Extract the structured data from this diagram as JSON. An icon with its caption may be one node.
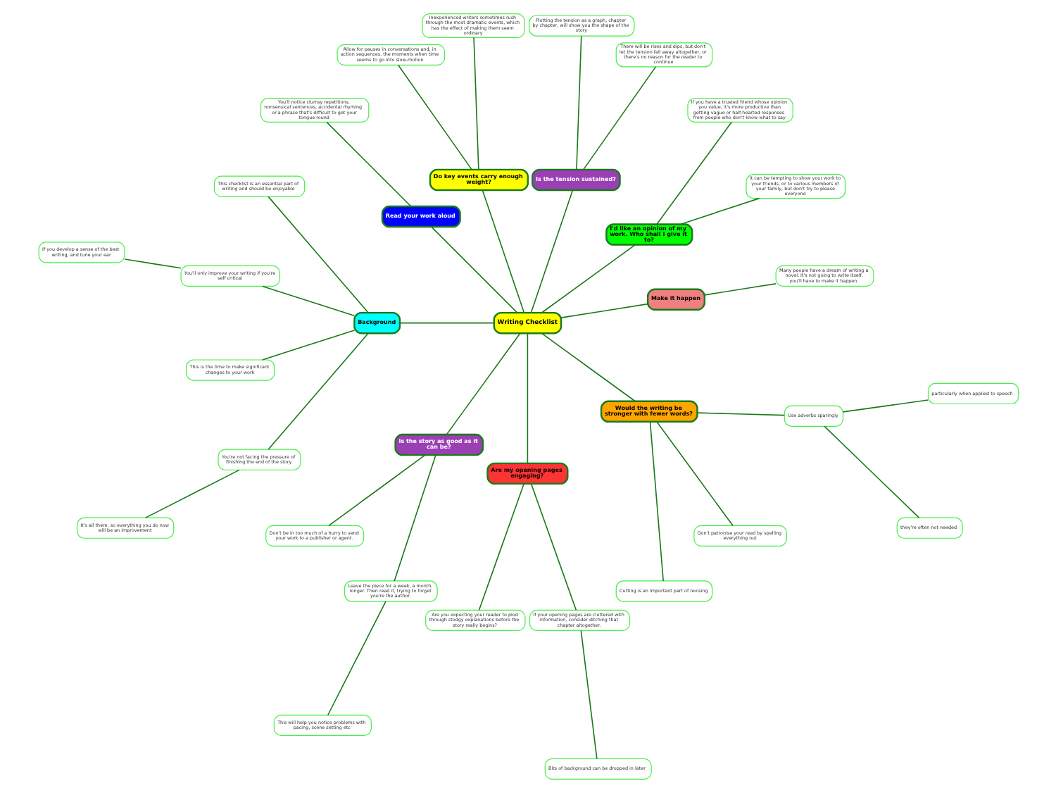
{
  "diagram": {
    "nodes": [
      {
        "text": [
          "Writing Checklist"
        ]
      },
      {
        "text": [
          "Make it happen"
        ]
      },
      {
        "text": [
          "Many people have a dream of writing a novel. It's not going to write itself, you'll have to make it happen."
        ]
      },
      {
        "text": [
          "I'd like an opinion of my work. Who shall I give it to?"
        ]
      },
      {
        "text": [
          "It can be tempting to show your work to your friends, or to various members of your family, but don't try to please everyone"
        ]
      },
      {
        "text": [
          "If you have a trusted friend whose opinion you value, it's more productive than getting vague or half-hearted responses from people who don't know what to say"
        ]
      },
      {
        "text": [
          "Is the tension sustained?"
        ]
      },
      {
        "text": [
          "There will be rises and dips, but don't let the tension fall away altogether, or there's no reason for the reader to continue"
        ]
      },
      {
        "text": [
          "Plotting the tension as a graph, chapter by chapter, will show you the shape of the story"
        ]
      },
      {
        "text": [
          "Do key events carry enough weight?"
        ]
      },
      {
        "text": [
          "Inexperienced writers sometimes rush through the most dramatic events, which has the effect of making them seem ordinary"
        ]
      },
      {
        "text": [
          "Allow for pauses in conversations and, in action sequences, the moments when time seems to go into slow-motion"
        ]
      },
      {
        "text": [
          "Read your work aloud"
        ]
      },
      {
        "text": [
          "You'll notice clumsy repetitions, nonsensical sentences, accidental rhyming or a phrase that's difficult to get your tongue round"
        ]
      },
      {
        "text": [
          "Background"
        ]
      },
      {
        "text": [
          "This checklist is an essential part of writing and should be enjoyable"
        ]
      },
      {
        "text": [
          "You'll only improve your writing if you're self critical"
        ]
      },
      {
        "text": [
          "If you develop a sense of the best writing, and tune your ear"
        ]
      },
      {
        "text": [
          "This is the time to make significant changes to your work"
        ]
      },
      {
        "text": [
          "You're not facing the pressure of finishing the end of the story"
        ]
      },
      {
        "text": [
          "It's all there, so everything you do now will be an improvement"
        ]
      },
      {
        "text": [
          "Is the story as good as it can be?"
        ]
      },
      {
        "text": [
          "Don't be in too much of a hurry to send your work to a publisher or agent."
        ]
      },
      {
        "text": [
          "Leave the piece for a week, a month, longer. Then read it, trying to forget you're the author."
        ]
      },
      {
        "text": [
          "This will help you notice problems with pacing, scene setting etc"
        ]
      },
      {
        "text": [
          "Are my opening pages engaging?"
        ]
      },
      {
        "text": [
          "Are you expecting your reader to plod through stodgy explanations before the story really begins?"
        ]
      },
      {
        "text": [
          "If your opening pages are cluttered with information, consider ditching that chapter altogether."
        ]
      },
      {
        "text": [
          "Bits of background can be dropped in later"
        ]
      },
      {
        "text": [
          "Would the writing be stronger with fewer words?"
        ]
      },
      {
        "text": [
          "Cutting is an important part of revising"
        ]
      },
      {
        "text": [
          "Don't patronise your read by spelling everything out"
        ]
      },
      {
        "text": [
          "Use adverbs sparingly"
        ]
      },
      {
        "text": [
          "they're often not needed"
        ]
      },
      {
        "text": [
          "particularly when applied to speech"
        ]
      }
    ],
    "edges": [
      {
        "from": 0,
        "to": 1,
        "arrow": "none"
      },
      {
        "from": 1,
        "to": 2,
        "arrow": "none"
      },
      {
        "from": 0,
        "to": 3,
        "arrow": "none"
      },
      {
        "from": 3,
        "to": 4,
        "arrow": "none"
      },
      {
        "from": 3,
        "to": 5,
        "arrow": "none"
      },
      {
        "from": 0,
        "to": 6,
        "arrow": "none"
      },
      {
        "from": 6,
        "to": 7,
        "arrow": "none"
      },
      {
        "from": 6,
        "to": 8,
        "arrow": "none"
      },
      {
        "from": 0,
        "to": 9,
        "arrow": "none"
      },
      {
        "from": 9,
        "to": 10,
        "arrow": "none"
      },
      {
        "from": 9,
        "to": 11,
        "arrow": "none"
      },
      {
        "from": 0,
        "to": 12,
        "arrow": "none"
      },
      {
        "from": 12,
        "to": 13,
        "arrow": "none"
      },
      {
        "from": 0,
        "to": 14,
        "arrow": "none"
      },
      {
        "from": 14,
        "to": 15,
        "arrow": "none"
      },
      {
        "from": 14,
        "to": 16,
        "arrow": "none"
      },
      {
        "from": 16,
        "to": 17,
        "arrow": "none"
      },
      {
        "from": 14,
        "to": 18,
        "arrow": "none"
      },
      {
        "from": 14,
        "to": 19,
        "arrow": "none"
      },
      {
        "from": 19,
        "to": 20,
        "arrow": "none"
      },
      {
        "from": 0,
        "to": 21,
        "arrow": "none"
      },
      {
        "from": 21,
        "to": 22,
        "arrow": "none"
      },
      {
        "from": 21,
        "to": 23,
        "arrow": "none"
      },
      {
        "from": 23,
        "to": 24,
        "arrow": "none"
      },
      {
        "from": 0,
        "to": 25,
        "arrow": "none"
      },
      {
        "from": 25,
        "to": 26,
        "arrow": "none"
      },
      {
        "from": 25,
        "to": 27,
        "arrow": "none"
      },
      {
        "from": 27,
        "to": 28,
        "arrow": "none"
      },
      {
        "from": 0,
        "to": 29,
        "arrow": "none"
      },
      {
        "from": 29,
        "to": 30,
        "arrow": "none"
      },
      {
        "from": 29,
        "to": 31,
        "arrow": "none"
      },
      {
        "from": 29,
        "to": 32,
        "arrow": "none"
      },
      {
        "from": 32,
        "to": 33,
        "arrow": "none"
      },
      {
        "from": 32,
        "to": 34,
        "arrow": "none"
      }
    ]
  }
}
